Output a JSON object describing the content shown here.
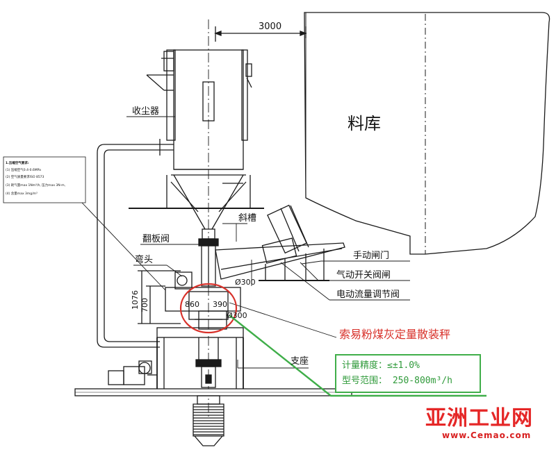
{
  "labels": {
    "warehouse": "料库",
    "dust_collector": "收尘器",
    "flap_valve": "翻板阀",
    "elbow": "弯头",
    "chute": "斜槽",
    "manual_gate": "手动闸门",
    "pneumatic_valve": "气动开关阀闸",
    "flow_valve": "电动流量调节阀",
    "support": "支座"
  },
  "dimensions": {
    "d3000": "3000",
    "d1076": "1076",
    "d700": "700",
    "d860": "860",
    "d390": "390",
    "phi300_a": "Ø300",
    "phi300_b": "Ø300"
  },
  "notes": {
    "title": "1.压缩空气要求:",
    "line1": "(1) 压缩空气0.4-0.6MPa",
    "line2": "(2) 空气质量要求ISO 8573",
    "line3": "(3) 耗气量max 1Nm³/h, 压力max 3N-m,",
    "line4": "(4) 含量max 3mg/m³"
  },
  "product": {
    "title": "索易粉煤灰定量散装秤",
    "accuracy": "计量精度：≤±1.0%",
    "range": "型号范围：  250-800m³/h"
  },
  "logo": {
    "name": "亚洲工业网",
    "url": "www.Cemao.com"
  },
  "colors": {
    "highlight_red": "#d8312a",
    "highlight_green": "#3fae49",
    "line": "#1a1a1a"
  }
}
